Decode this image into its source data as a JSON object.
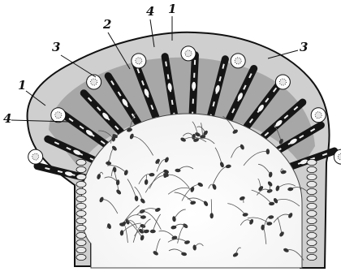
{
  "labels": [
    {
      "id": "callout-1-top",
      "text": "1"
    },
    {
      "id": "callout-2",
      "text": "2"
    },
    {
      "id": "callout-3-left",
      "text": "3"
    },
    {
      "id": "callout-3-right",
      "text": "3"
    },
    {
      "id": "callout-4-top",
      "text": "4"
    },
    {
      "id": "callout-1-left",
      "text": "1"
    },
    {
      "id": "callout-4-left",
      "text": "4"
    }
  ],
  "colors": {
    "ink": "#111111",
    "nucleus_fill": "#f4f4f4",
    "muscle_cell": "#151515",
    "tissue_shade": "#7a7a7a",
    "paper": "#ffffff"
  },
  "icons": [
    "epithelium-arch",
    "columnar-cell",
    "round-cell",
    "spermatozoa-lumen"
  ]
}
